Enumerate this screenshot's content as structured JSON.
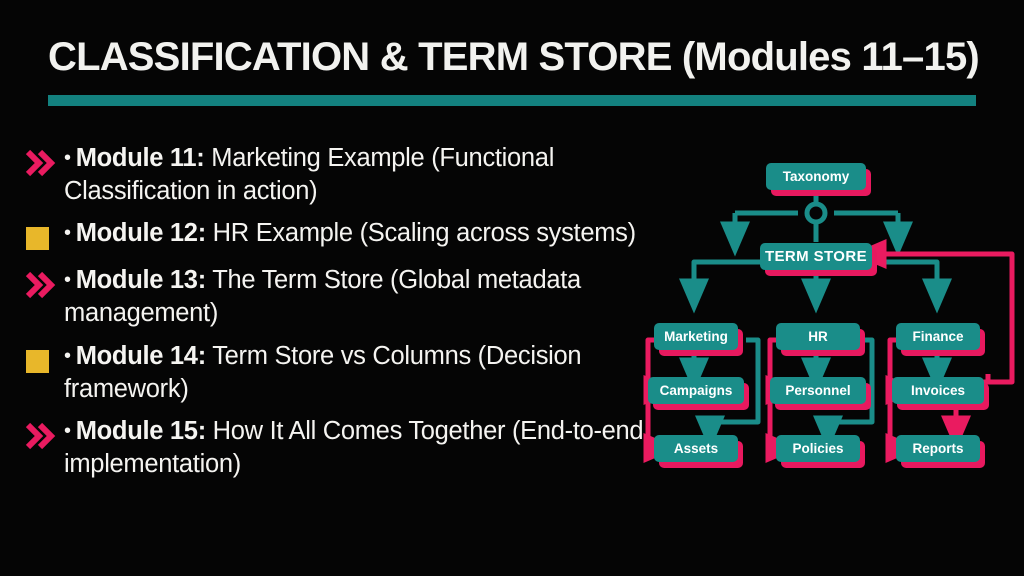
{
  "slide": {
    "title": "CLASSIFICATION & TERM STORE (Modules 11–15)",
    "background_color": "#050505",
    "accent_teal": "#13817f",
    "accent_pink": "#e8195f",
    "accent_yellow": "#e8b72a",
    "text_color": "#f5f4f1"
  },
  "bullets": [
    {
      "marker": "pink-double-chevron-icon",
      "dot": "•",
      "lead": "Module 11:",
      "rest": " Marketing Example (Functional Classification in action)"
    },
    {
      "marker": "yellow-square-icon",
      "dot": "•",
      "lead": "Module 12:",
      "rest": " HR Example (Scaling across systems)"
    },
    {
      "marker": "pink-double-chevron-icon",
      "dot": "•",
      "lead": "Module 13:",
      "rest": " The Term Store (Global metadata management)"
    },
    {
      "marker": "yellow-square-icon",
      "dot": "•",
      "lead": "Module 14:",
      "rest": " Term Store vs Columns (Decision framework)"
    },
    {
      "marker": "pink-double-chevron-icon",
      "dot": "•",
      "lead": "Module 15:",
      "rest": " How It All Comes Together (End-to-end implementation)"
    }
  ],
  "diagram": {
    "nodes": {
      "taxonomy": "Taxonomy",
      "term_store": "TERM STORE",
      "marketing": "Marketing",
      "campaigns": "Campaigns",
      "assets": "Assets",
      "hr": "HR",
      "personnel": "Personnel",
      "policies": "Policies",
      "finance": "Finance",
      "invoices": "Invoices",
      "reports": "Reports"
    }
  }
}
